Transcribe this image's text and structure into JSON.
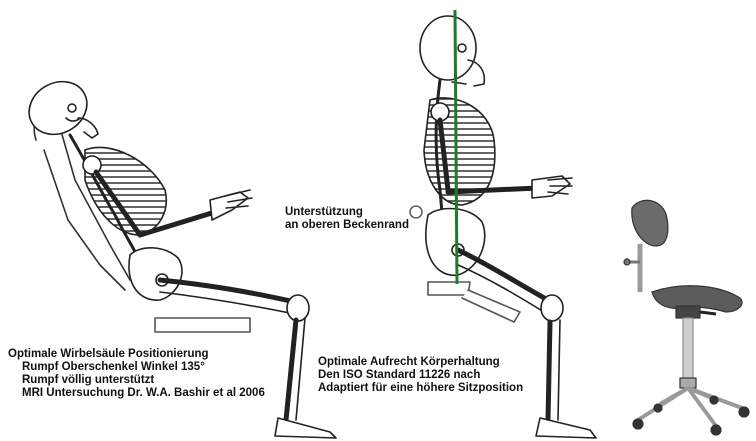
{
  "figure_left": {
    "caption_lines": [
      "Optimale Wirbelsäule Positionierung",
      "Rumpf Oberschenkel Winkel 135°",
      "Rumpf völlig unterstützt",
      "MRI Untersuchung Dr. W.A. Bashir et al 2006"
    ]
  },
  "figure_middle": {
    "support_label_lines": [
      "Unterstützung",
      "an oberen Beckenrand"
    ],
    "caption_lines": [
      "Optimale Aufrecht Körperhaltung",
      "Den ISO Standard 11226 nach",
      "Adaptiert für eine höhere Sitzposition"
    ],
    "spine_line_color": "#1e7b2e"
  },
  "figure_right": {
    "object": "saddle-chair"
  }
}
